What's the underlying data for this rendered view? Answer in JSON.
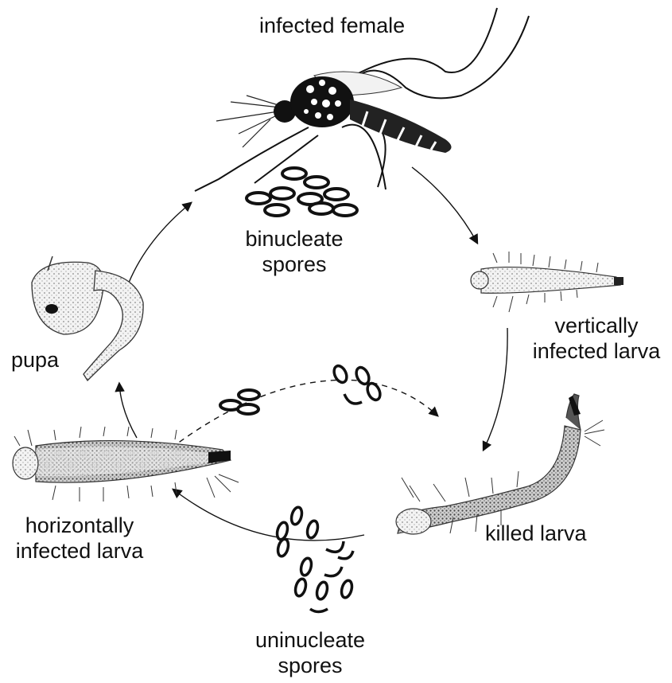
{
  "labels": {
    "infected_female": "infected female",
    "binucleate_spores": [
      "binucleate",
      "spores"
    ],
    "vertically_infected_larva": [
      "vertically",
      "infected larva"
    ],
    "pupa": "pupa",
    "horizontally_infected_larva": [
      "horizontally",
      "infected larva"
    ],
    "killed_larva": "killed larva",
    "uninucleate_spores": [
      "uninucleate",
      "spores"
    ]
  },
  "icons": {
    "mosquito": "mosquito-icon",
    "larva": "larva-icon",
    "pupa": "pupa-icon",
    "spore": "spore-icon"
  },
  "colors": {
    "ink": "#111111",
    "background": "#ffffff",
    "stipple": "#9a9a9a"
  }
}
